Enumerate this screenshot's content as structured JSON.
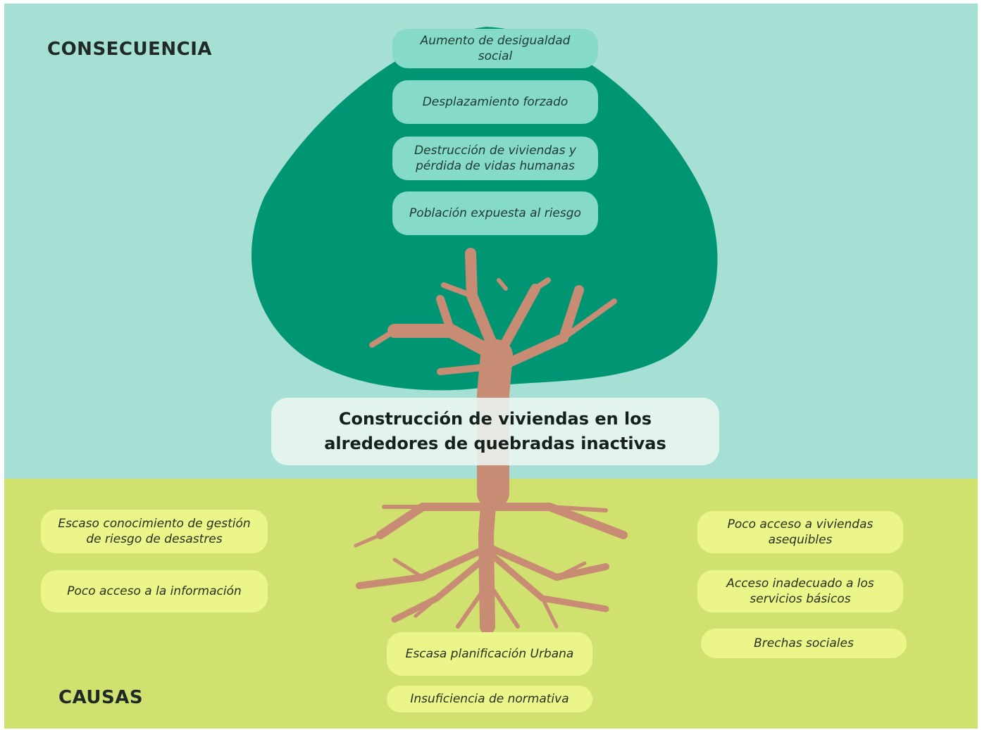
{
  "headings": {
    "consequence": "CONSECUENCIA",
    "causes": "CAUSAS"
  },
  "central_problem": "Construcción de viviendas en los alrededores de quebradas inactivas",
  "consequences": [
    "Aumento de desigualdad social",
    "Desplazamiento forzado",
    "Destrucción de viviendas y pérdida de vidas humanas",
    "Población expuesta al riesgo"
  ],
  "causes_left": [
    "Escaso conocimiento de gestión de riesgo de desastres",
    "Poco acceso a la información"
  ],
  "causes_center": [
    "Escasa planificación Urbana",
    "Insuficiencia de normativa"
  ],
  "causes_right": [
    "Poco acceso a viviendas asequibles",
    "Acceso inadecuado a los servicios básicos",
    "Brechas sociales"
  ],
  "colors": {
    "sky": "#a6e0d5",
    "ground": "#d1e16f",
    "canopy": "#009673",
    "trunk": "#c78c73",
    "consequence_pill": "#86dac8",
    "cause_pill": "#ecf58a"
  }
}
